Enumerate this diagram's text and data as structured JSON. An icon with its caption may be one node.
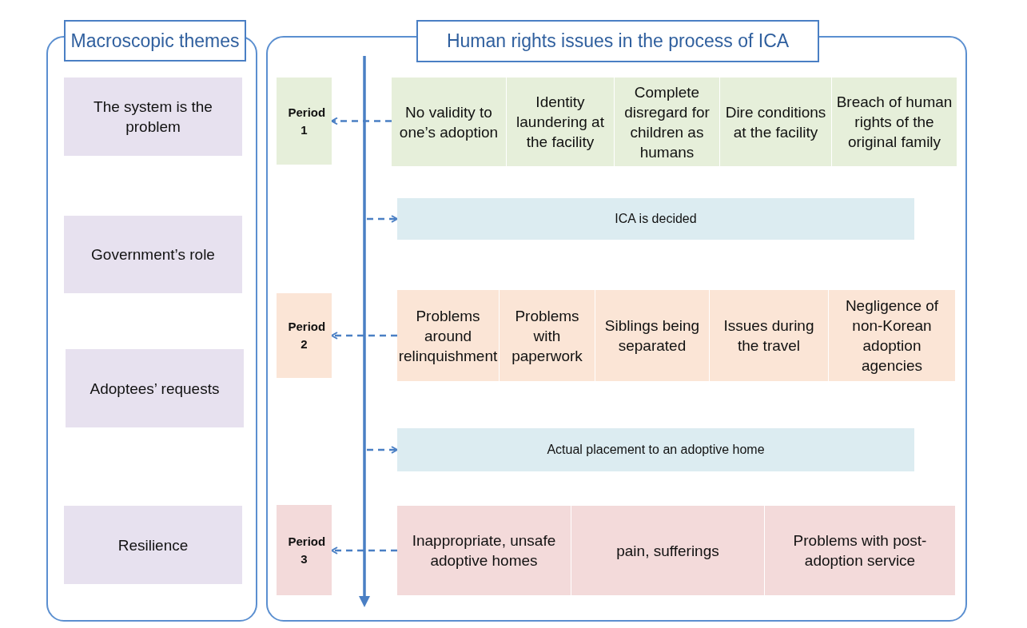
{
  "diagram": {
    "nodes": [
      {
        "text": [
          "Macroscopic themes"
        ]
      },
      {
        "text": [
          "The system is the problem"
        ],
        "in": 0
      },
      {
        "text": [
          "Government’s role"
        ],
        "in": 0
      },
      {
        "text": [
          "Adoptees’ requests"
        ],
        "in": 0
      },
      {
        "text": [
          "Resilience"
        ],
        "in": 0
      },
      {
        "text": [
          "Human rights issues in the process of ICA"
        ]
      },
      {
        "text": [
          "Period 1"
        ],
        "in": 5
      },
      {
        "text": [
          "No validity to one’s adoption"
        ],
        "in": 5
      },
      {
        "text": [
          "Identity laundering at the facility"
        ],
        "in": 5
      },
      {
        "text": [
          "Complete disregard for children as humans"
        ],
        "in": 5
      },
      {
        "text": [
          "Dire conditions at the facility"
        ],
        "in": 5
      },
      {
        "text": [
          "Breach of human rights of the original family"
        ],
        "in": 5
      },
      {
        "text": [
          "ICA is decided"
        ],
        "in": 5
      },
      {
        "text": [
          "Period 2"
        ],
        "in": 5
      },
      {
        "text": [
          "Problems around relinquishment"
        ],
        "in": 5
      },
      {
        "text": [
          "Problems with paperwork"
        ],
        "in": 5
      },
      {
        "text": [
          "Siblings being separated"
        ],
        "in": 5
      },
      {
        "text": [
          "Issues during the travel"
        ],
        "in": 5
      },
      {
        "text": [
          "Negligence of non-Korean adoption agencies"
        ],
        "in": 5
      },
      {
        "text": [
          "Actual placement to an adoptive home"
        ],
        "in": 5
      },
      {
        "text": [
          "Period 3"
        ],
        "in": 5
      },
      {
        "text": [
          "Inappropriate, unsafe adoptive homes"
        ],
        "in": 5
      },
      {
        "text": [
          "pain, sufferings"
        ],
        "in": 5
      },
      {
        "text": [
          "Problems with post-adoption service"
        ],
        "in": 5
      }
    ],
    "edges": [
      {
        "from": 7,
        "to": 6,
        "arrow": "to",
        "style": "dashed"
      },
      {
        "from": null,
        "to": 12,
        "arrow": "to",
        "style": "dashed"
      },
      {
        "from": 14,
        "to": 13,
        "arrow": "to",
        "style": "dashed"
      },
      {
        "from": null,
        "to": 19,
        "arrow": "to",
        "style": "dashed"
      },
      {
        "from": 21,
        "to": 20,
        "arrow": "to",
        "style": "dashed"
      }
    ]
  }
}
